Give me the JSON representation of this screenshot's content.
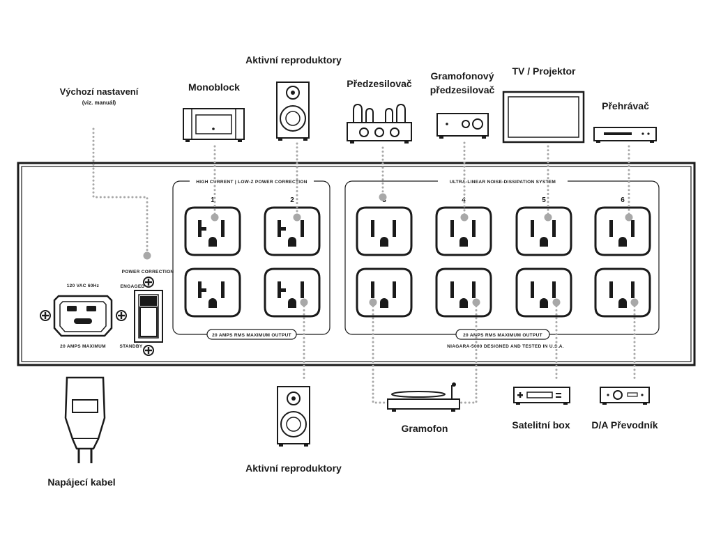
{
  "devices": {
    "default": {
      "label": "Výchozí nastavení",
      "sub": "(viz. manuál)",
      "icon": "dial-icon"
    },
    "monoblock": {
      "label": "Monoblock",
      "icon": "amplifier-icon"
    },
    "speakers_top": {
      "label": "Aktivní reproduktory",
      "icon": "speaker-icon"
    },
    "preamp": {
      "label": "Předzesilovač",
      "icon": "tube-preamp-icon"
    },
    "phono_preamp": {
      "label_line1": "Gramofonový",
      "label_line2": "předzesilovač",
      "icon": "phono-preamp-icon"
    },
    "tv": {
      "label": "TV / Projektor",
      "icon": "tv-icon"
    },
    "player": {
      "label": "Přehrávač",
      "icon": "player-icon"
    },
    "power_cable": {
      "label": "Napájecí kabel",
      "icon": "power-plug-icon"
    },
    "speakers_bottom": {
      "label": "Aktivní reproduktory",
      "icon": "speaker-icon"
    },
    "turntable": {
      "label": "Gramofon",
      "icon": "turntable-icon"
    },
    "satellite": {
      "label": "Satelitní box",
      "icon": "satellite-box-icon"
    },
    "dac": {
      "label": "D/A Převodník",
      "icon": "dac-icon"
    }
  },
  "panel": {
    "inlet_top": "120 VAC 60Hz",
    "inlet_bottom": "20 AMPS MAXIMUM",
    "power_correction": "POWER CORRECTION",
    "engaged": "ENGAGED",
    "standby": "STANDBY",
    "group1_title": "HIGH CURRENT | LOW-Z POWER CORRECTION",
    "group1_footer": "20 AMPS RMS MAXIMUM OUTPUT",
    "group2_title": "ULTRA-LINEAR NOISE-DISSIPATION SYSTEM",
    "group2_footer": "20 AMPS RMS MAXIMUM OUTPUT",
    "model_line": "NIAGARA-5000  DESIGNED AND TESTED IN U.S.A.",
    "outlet_numbers": [
      "1",
      "2",
      "3",
      "4",
      "5",
      "6"
    ]
  }
}
